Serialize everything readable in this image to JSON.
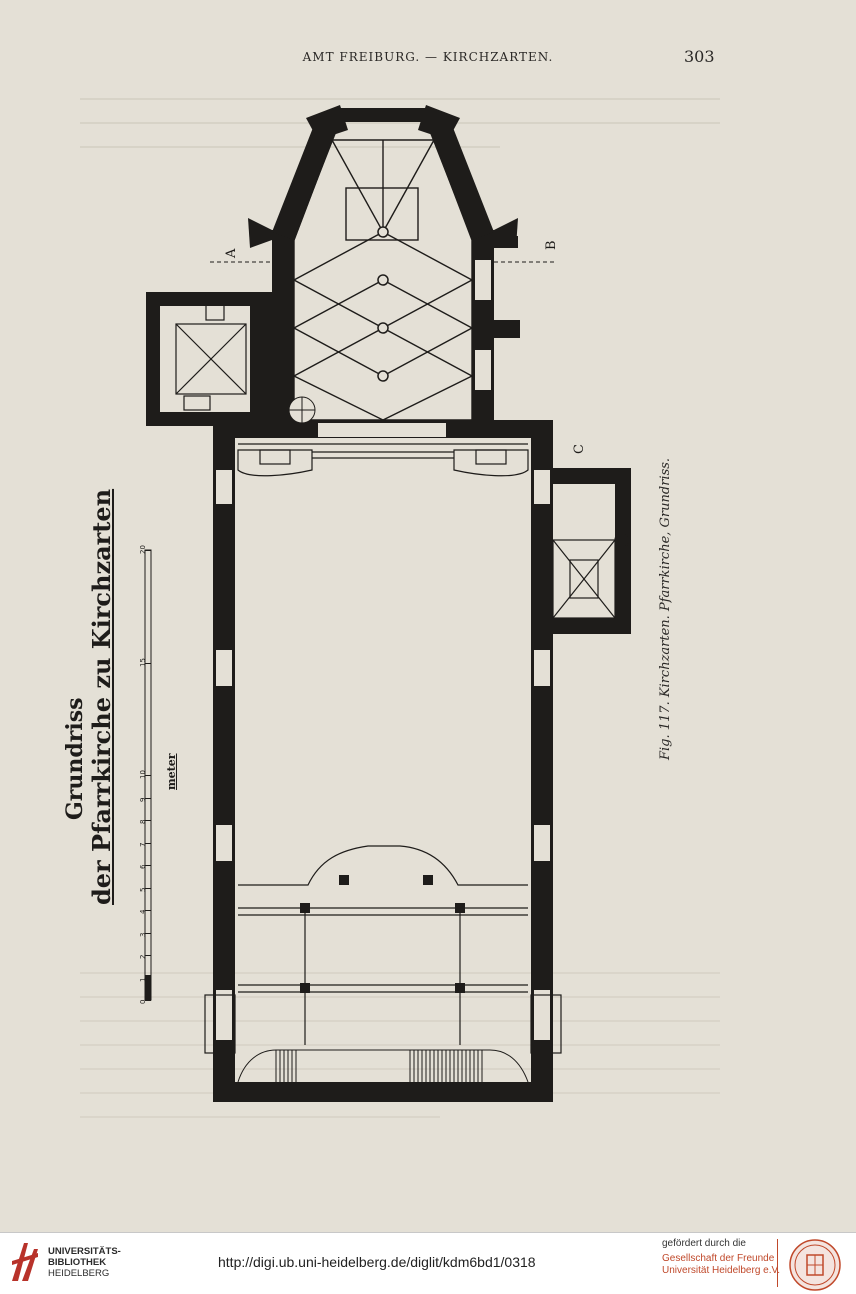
{
  "header": {
    "running_title": "AMT FREIBURG. — KIRCHZARTEN.",
    "page_number": "303"
  },
  "plan": {
    "title_line1": "Grundriss",
    "title_line2": "der Pfarrkirche zu Kirchzarten",
    "scale_unit": "meter",
    "scale_ticks": [
      "0",
      "1",
      "2",
      "3",
      "4",
      "5",
      "6",
      "7",
      "8",
      "9",
      "10",
      "15",
      "20"
    ],
    "section_label_a": "A",
    "section_label_b": "B",
    "section_label_c": "C"
  },
  "caption": "Fig. 117.   Kirchzarten.   Pfarrkirche, Grundriss.",
  "footer": {
    "library_line1": "UNIVERSITÄTS-",
    "library_line2": "BIBLIOTHEK",
    "library_line3": "HEIDELBERG",
    "url": "http://digi.ub.uni-heidelberg.de/diglit/kdm6bd1/0318",
    "sponsor_intro": "gefördert durch die",
    "sponsor_line1": "Gesellschaft der Freunde",
    "sponsor_line2": "Universität Heidelberg e.V."
  },
  "colors": {
    "paper": "#e4e0d6",
    "ink": "#1e1c1a",
    "sponsor_accent": "#c0492b",
    "ub_red": "#b8322a"
  },
  "icons": [
    "ub-heidelberg-logo-icon",
    "university-seal-icon"
  ]
}
